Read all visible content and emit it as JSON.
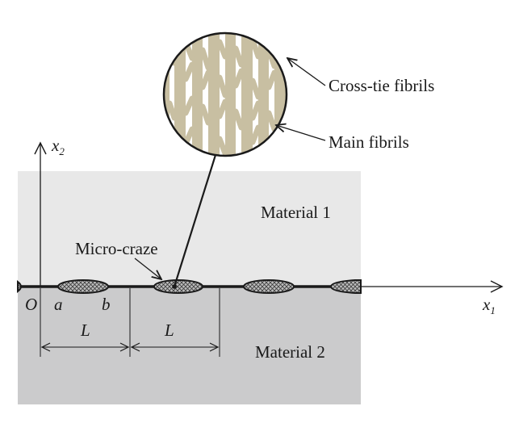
{
  "diagram": {
    "labels": {
      "material_1": "Material 1",
      "material_2": "Material 2",
      "micro_craze": "Micro-craze",
      "cross_tie_fibrils": "Cross-tie fibrils",
      "main_fibrils": "Main fibrils",
      "origin": "O",
      "point_a": "a",
      "point_b": "b",
      "period_left": "L",
      "period_right": "L",
      "x1_axis": "x",
      "x1_subscript": "1",
      "x2_axis": "x",
      "x2_subscript": "2"
    },
    "colors": {
      "material_1": "#e8e8e8",
      "material_2": "#cbcbcc",
      "fibril": "#c8bfa2",
      "ink": "#1a1a1a"
    }
  }
}
